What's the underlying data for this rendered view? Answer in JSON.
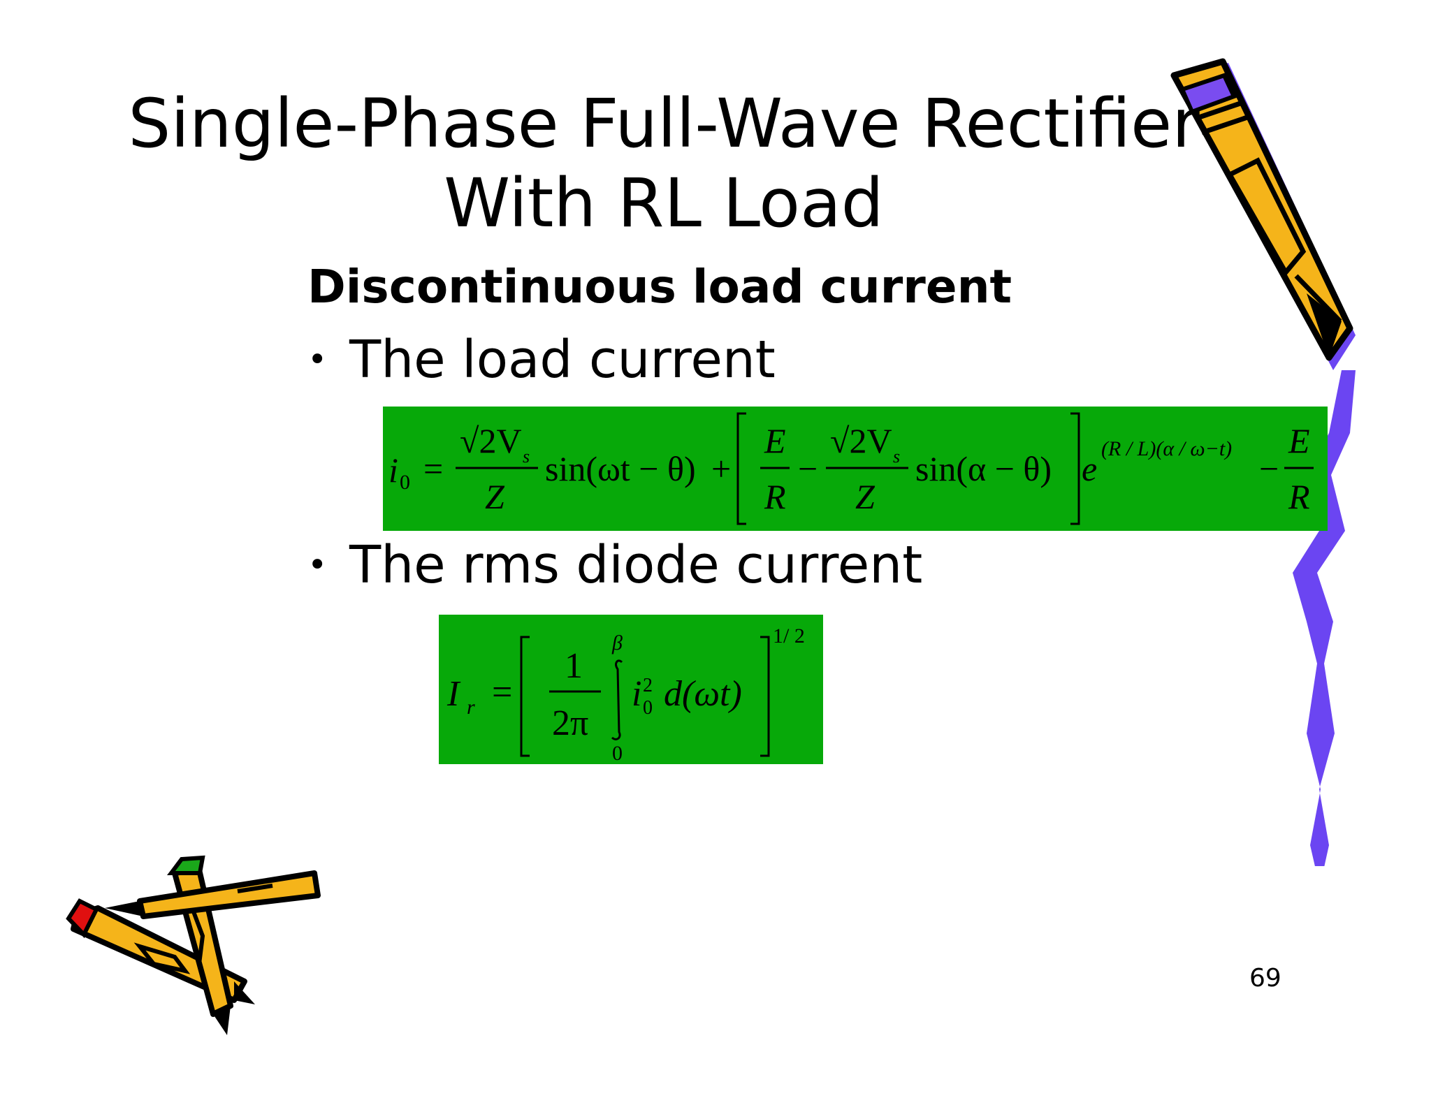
{
  "slide": {
    "title_line1": "Single-Phase Full-Wave Rectifier",
    "title_line2": "With RL Load",
    "subheading": "Discontinuous load current",
    "bullets": [
      "The load current",
      "The rms diode current"
    ],
    "page_number": "69"
  },
  "equations": {
    "load_current": {
      "lhs": "i",
      "lhs_sub": "0",
      "eq": "=",
      "frac1_num": "√2V",
      "frac1_num_sub": "s",
      "frac1_den": "Z",
      "term1": "sin(ωt − θ)",
      "plus": "+",
      "e": "E",
      "r": "R",
      "minus": "−",
      "frac2_num": "√2V",
      "frac2_num_sub": "s",
      "frac2_den": "Z",
      "term2": "sin(α − θ)",
      "exp_base": "e",
      "exponent": "(R / L)(α / ω−t)",
      "minus2": "−",
      "e2": "E",
      "r2": "R"
    },
    "rms_current": {
      "lhs": "I",
      "lhs_sub": "r",
      "eq": "=",
      "frac_num": "1",
      "frac_den": "2π",
      "upper_limit": "β",
      "lower_limit": "0",
      "integrand": "i",
      "integrand_sup": "2",
      "integrand_sub": "0",
      "differential": "d(ωt)",
      "power": "1/ 2"
    }
  },
  "colors": {
    "equation_background": "#07a909",
    "pencil_body": "#f5b41a",
    "pencil_shadow": "#7a4cf0",
    "pencil_eraser_red": "#e01010",
    "pencil_eraser_green": "#1aa81a"
  },
  "icons": [
    "pencil-clipart-large",
    "crossed-pencils-clipart",
    "squiggle-line"
  ]
}
